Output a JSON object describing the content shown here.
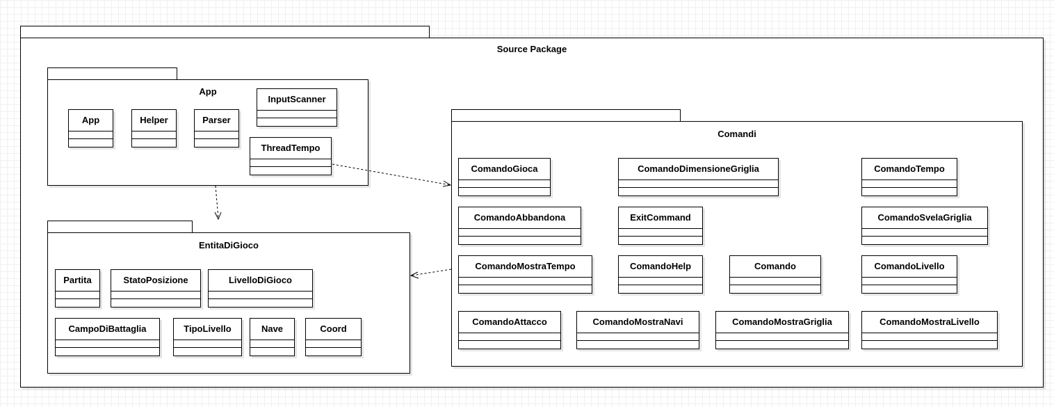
{
  "packages": {
    "source": {
      "title": "Source Package"
    },
    "app": {
      "title": "App",
      "classes": [
        "App",
        "Helper",
        "Parser",
        "InputScanner",
        "ThreadTempo"
      ]
    },
    "entita": {
      "title": "EntitaDiGioco",
      "classes": [
        "Partita",
        "StatoPosizione",
        "LivelloDiGioco",
        "CampoDiBattaglia",
        "TipoLivello",
        "Nave",
        "Coord"
      ]
    },
    "comandi": {
      "title": "Comandi",
      "classes": [
        "ComandoGioca",
        "ComandoDimensioneGriglia",
        "ComandoTempo",
        "ComandoAbbandona",
        "ExitCommand",
        "ComandoSvelaGriglia",
        "ComandoMostraTempo",
        "ComandoHelp",
        "Comando",
        "ComandoLivello",
        "ComandoAttacco",
        "ComandoMostraNavi",
        "ComandoMostraGriglia",
        "ComandoMostraLivello"
      ]
    }
  },
  "dependencies": [
    {
      "from": "ThreadTempo",
      "to": "Comandi"
    },
    {
      "from": "App",
      "to": "EntitaDiGioco"
    },
    {
      "from": "Comandi",
      "to": "EntitaDiGioco"
    }
  ]
}
